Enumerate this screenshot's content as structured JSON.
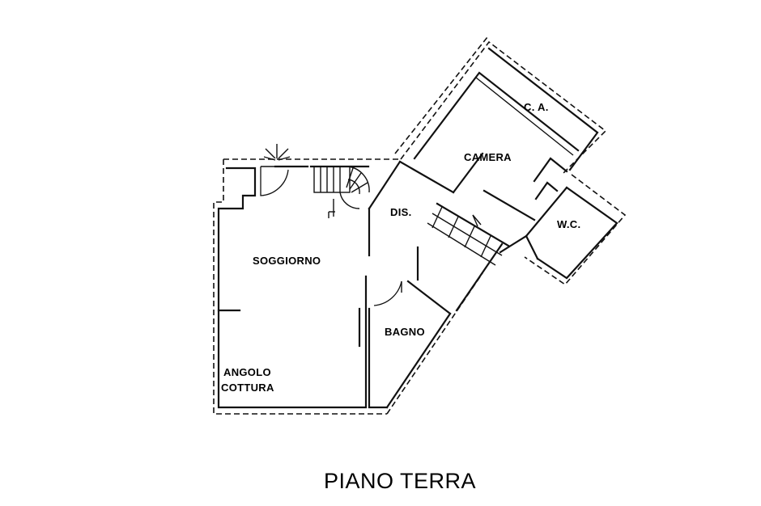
{
  "plan": {
    "title": "PIANO TERRA",
    "rooms": {
      "soggiorno": "SOGGIORNO",
      "angolo_cottura_line1": "ANGOLO",
      "angolo_cottura_line2": "COTTURA",
      "dis": "DIS.",
      "bagno": "BAGNO",
      "camera": "CAMERA",
      "ca": "C. A.",
      "wc": "W.C."
    }
  }
}
